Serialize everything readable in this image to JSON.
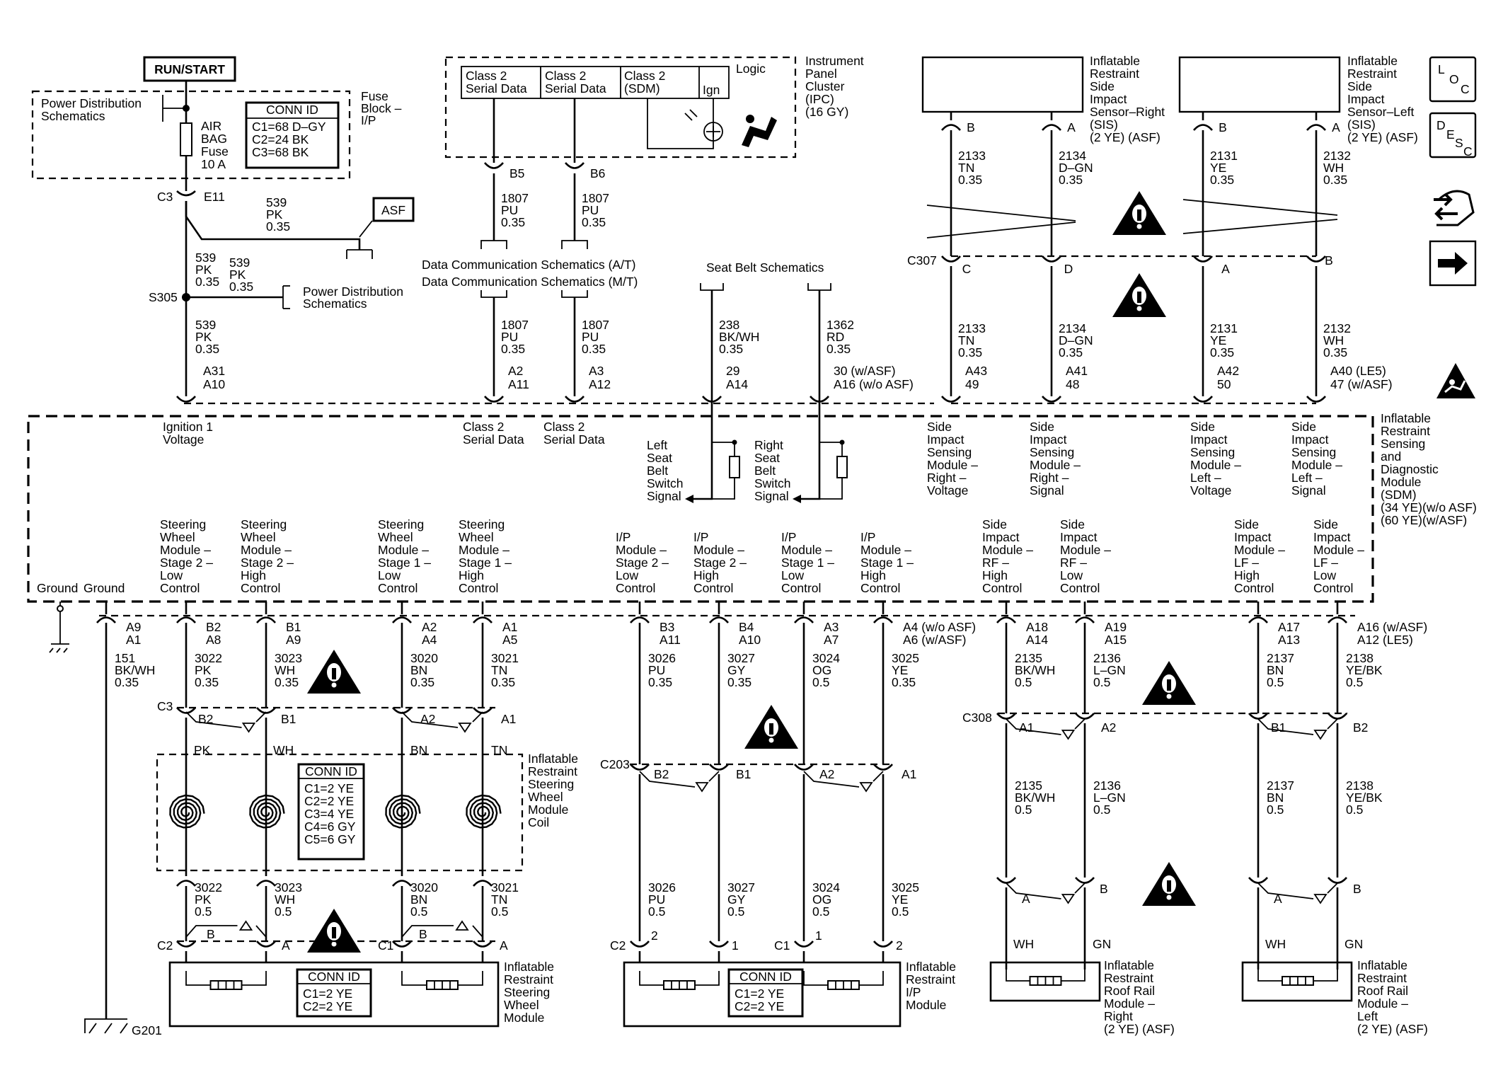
{
  "top": {
    "run_start": "RUN/START",
    "pds1": [
      "Power Distribution",
      "Schematics"
    ],
    "fuse": [
      "AIR",
      "BAG",
      "Fuse",
      "10 A"
    ],
    "fuseblock": [
      "Fuse",
      "Block –",
      "I/P"
    ],
    "conn1": {
      "title": "CONN ID",
      "lines": [
        "C1=68 D–GY",
        "C2=24 BK",
        "C3=68 BK"
      ]
    },
    "c3": "C3",
    "e11": "E11",
    "w539a": [
      "539",
      "PK",
      "0.35"
    ],
    "w539b": [
      "539",
      "PK",
      "0.35"
    ],
    "w539c": [
      "539",
      "PK",
      "0.35"
    ],
    "w539d": [
      "539",
      "PK",
      "0.35"
    ],
    "asf": "ASF",
    "s305": "S305",
    "pds2": [
      "Power Distribution",
      "Schematics"
    ],
    "ipc_cells": [
      [
        "Class 2",
        "Serial Data"
      ],
      [
        "Class 2",
        "Serial Data"
      ],
      [
        "Class 2",
        "(SDM)"
      ]
    ],
    "logic": "Logic",
    "ign": "Ign",
    "ipc_label": [
      "Instrument",
      "Panel",
      "Cluster",
      "(IPC)",
      "(16 GY)"
    ],
    "b5": "B5",
    "b6": "B6",
    "w1807": [
      "1807",
      "PU",
      "0.35"
    ],
    "dcs1": "Data Communication Schematics (A/T)",
    "dcs2": "Data Communication Schematics (M/T)",
    "seatbelt": "Seat Belt Schematics",
    "w238": [
      "238",
      "BK/WH",
      "0.35"
    ],
    "w1362": [
      "1362",
      "RD",
      "0.35"
    ],
    "sis_r": [
      "Inflatable",
      "Restraint",
      "Side",
      "Impact",
      "Sensor–Right",
      "(SIS)",
      "(2 YE) (ASF)"
    ],
    "sis_l": [
      "Inflatable",
      "Restraint",
      "Side",
      "Impact",
      "Sensor–Left",
      "(SIS)",
      "(2 YE) (ASF)"
    ],
    "w2133": [
      "2133",
      "TN",
      "0.35"
    ],
    "w2134": [
      "2134",
      "D–GN",
      "0.35"
    ],
    "w2131": [
      "2131",
      "YE",
      "0.35"
    ],
    "w2132": [
      "2132",
      "WH",
      "0.35"
    ],
    "c307": "C307",
    "pin": {
      "a": "A",
      "b": "B",
      "c": "C",
      "d": "D"
    }
  },
  "sdm": {
    "pins_top": [
      [
        "A31",
        "A10"
      ],
      [
        "A2",
        "A11"
      ],
      [
        "A3",
        "A12"
      ],
      [
        "29",
        "A14"
      ],
      [
        "30 (w/ASF)",
        "A16 (w/o ASF)"
      ],
      [
        "A43",
        "49"
      ],
      [
        "A41",
        "48"
      ],
      [
        "A42",
        "50"
      ],
      [
        "A40 (LE5)",
        "47 (w/ASF)"
      ]
    ],
    "top_labels": [
      [
        "Ignition 1",
        "Voltage"
      ],
      [
        "Class 2",
        "Serial Data"
      ],
      [
        "Class 2",
        "Serial Data"
      ],
      [
        "Side",
        "Impact",
        "Sensing",
        "Module –",
        "Right –",
        "Voltage"
      ],
      [
        "Side",
        "Impact",
        "Sensing",
        "Module –",
        "Right –",
        "Signal"
      ],
      [
        "Side",
        "Impact",
        "Sensing",
        "Module –",
        "Left –",
        "Voltage"
      ],
      [
        "Side",
        "Impact",
        "Sensing",
        "Module –",
        "Left –",
        "Signal"
      ]
    ],
    "lsb": [
      "Left",
      "Seat",
      "Belt",
      "Switch",
      "Signal"
    ],
    "rsb": [
      "Right",
      "Seat",
      "Belt",
      "Switch",
      "Signal"
    ],
    "label": [
      "Inflatable",
      "Restraint",
      "Sensing",
      "and",
      "Diagnostic",
      "Module",
      "(SDM)",
      "(34 YE)(w/o ASF)",
      "(60 YE)(w/ASF)"
    ],
    "bottom_labels": [
      [
        "Steering",
        "Wheel",
        "Module –",
        "Stage 2 –",
        "Low",
        "Control"
      ],
      [
        "Steering",
        "Wheel",
        "Module –",
        "Stage 2 –",
        "High",
        "Control"
      ],
      [
        "Steering",
        "Wheel",
        "Module –",
        "Stage 1 –",
        "Low",
        "Control"
      ],
      [
        "Steering",
        "Wheel",
        "Module –",
        "Stage 1 –",
        "High",
        "Control"
      ],
      [
        "I/P",
        "Module –",
        "Stage 2 –",
        "Low",
        "Control"
      ],
      [
        "I/P",
        "Module –",
        "Stage 2 –",
        "High",
        "Control"
      ],
      [
        "I/P",
        "Module –",
        "Stage 1 –",
        "Low",
        "Control"
      ],
      [
        "I/P",
        "Module –",
        "Stage 1 –",
        "High",
        "Control"
      ],
      [
        "Side",
        "Impact",
        "Module –",
        "RF –",
        "High",
        "Control"
      ],
      [
        "Side",
        "Impact",
        "Module –",
        "RF –",
        "Low",
        "Control"
      ],
      [
        "Side",
        "Impact",
        "Module –",
        "LF –",
        "High",
        "Control"
      ],
      [
        "Side",
        "Impact",
        "Module –",
        "LF –",
        "Low",
        "Control"
      ]
    ],
    "ground1": "Ground",
    "ground2": "Ground",
    "pins_bottom": [
      [
        "A9",
        "A1"
      ],
      [
        "B2",
        "A8"
      ],
      [
        "B1",
        "A9"
      ],
      [
        "A2",
        "A4"
      ],
      [
        "A1",
        "A5"
      ],
      [
        "B3",
        "A11"
      ],
      [
        "B4",
        "A10"
      ],
      [
        "A3",
        "A7"
      ],
      [
        "A4 (w/o ASF)",
        "A6 (w/ASF)"
      ],
      [
        "A18",
        "A14"
      ],
      [
        "A19",
        "A15"
      ],
      [
        "A17",
        "A13"
      ],
      [
        "A16 (w/ASF)",
        "A12 (LE5)"
      ]
    ]
  },
  "bottom": {
    "wires1": [
      [
        "151",
        "BK/WH",
        "0.35"
      ],
      [
        "3022",
        "PK",
        "0.35"
      ],
      [
        "3023",
        "WH",
        "0.35"
      ],
      [
        "3020",
        "BN",
        "0.35"
      ],
      [
        "3021",
        "TN",
        "0.35"
      ],
      [
        "3026",
        "PU",
        "0.35"
      ],
      [
        "3027",
        "GY",
        "0.35"
      ],
      [
        "3024",
        "OG",
        "0.5"
      ],
      [
        "3025",
        "YE",
        "0.35"
      ],
      [
        "2135",
        "BK/WH",
        "0.5"
      ],
      [
        "2136",
        "L–GN",
        "0.5"
      ],
      [
        "2137",
        "BN",
        "0.5"
      ],
      [
        "2138",
        "YE/BK",
        "0.5"
      ]
    ],
    "c3": "C3",
    "c203": "C203",
    "c308": "C308",
    "c3_pins": [
      "B2",
      "B1",
      "A2",
      "A1"
    ],
    "c203_pins": [
      "B2",
      "B1",
      "A2",
      "A1"
    ],
    "c308_pins": [
      "A1",
      "A2",
      "B1",
      "B2"
    ],
    "colors": [
      "PK",
      "WH",
      "BN",
      "TN"
    ],
    "coil_label": [
      "Inflatable",
      "Restraint",
      "Steering",
      "Wheel",
      "Module",
      "Coil"
    ],
    "coil_conn": {
      "title": "CONN ID",
      "lines": [
        "C1=2 YE",
        "C2=2 YE",
        "C3=4 YE",
        "C4=6 GY",
        "C5=6 GY"
      ]
    },
    "wires2": [
      [
        "3022",
        "PK",
        "0.5"
      ],
      [
        "3023",
        "WH",
        "0.5"
      ],
      [
        "3020",
        "BN",
        "0.5"
      ],
      [
        "3021",
        "TN",
        "0.5"
      ],
      [
        "3026",
        "PU",
        "0.5"
      ],
      [
        "3027",
        "GY",
        "0.5"
      ],
      [
        "3024",
        "OG",
        "0.5"
      ],
      [
        "3025",
        "YE",
        "0.5"
      ]
    ],
    "wires308": [
      [
        "2135",
        "BK/WH",
        "0.5"
      ],
      [
        "2136",
        "L–GN",
        "0.5"
      ],
      [
        "2137",
        "BN",
        "0.5"
      ],
      [
        "2138",
        "YE/BK",
        "0.5"
      ]
    ],
    "c2": "C2",
    "c1": "C1",
    "pin_a": "A",
    "pin_b": "B",
    "pin_1": "1",
    "pin_2": "2",
    "sw_label": [
      "Inflatable",
      "Restraint",
      "Steering",
      "Wheel",
      "Module"
    ],
    "ip_label": [
      "Inflatable",
      "Restraint",
      "I/P",
      "Module"
    ],
    "conn2": {
      "title": "CONN ID",
      "lines": [
        "C1=2 YE",
        "C2=2 YE"
      ]
    },
    "conn3": {
      "title": "CONN ID",
      "lines": [
        "C1=2 YE",
        "C2=2 YE"
      ]
    },
    "wh": "WH",
    "gn": "GN",
    "rr_r": [
      "Inflatable",
      "Restraint",
      "Roof Rail",
      "Module –",
      "Right",
      "(2 YE) (ASF)"
    ],
    "rr_l": [
      "Inflatable",
      "Restraint",
      "Roof Rail",
      "Module –",
      "Left",
      "(2 YE) (ASF)"
    ],
    "g201": "G201"
  },
  "nav": {
    "loc": [
      "L",
      "O",
      "C"
    ],
    "desc": [
      "D",
      "E",
      "S",
      "C"
    ],
    "icons": [
      "location-button-icon",
      "description-button-icon",
      "connector-tool-icon",
      "next-page-arrow-icon",
      "airbag-warning-icon"
    ]
  }
}
